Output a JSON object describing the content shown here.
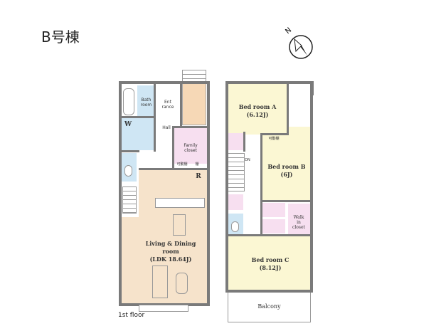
{
  "title": "B号棟",
  "compass": {
    "label": "N",
    "icon": "north-arrow-icon"
  },
  "first_floor": {
    "caption": "1st floor",
    "rooms": {
      "bath": "Bath\nroom",
      "entrance": "Ent\nrance",
      "washroom": "W",
      "hall": "Hall",
      "family_closet": "Family\ncloset",
      "movable_shelf": "可動棚",
      "shelf": "棚",
      "refrigerator": "R",
      "ldk": "Living & Dining\nroom\n(LDK 18.64J)"
    }
  },
  "second_floor": {
    "rooms": {
      "bed_a": "Bed room A\n(6.12J)",
      "bed_b": "Bed room B\n(6J)",
      "bed_c": "Bed room C\n(8.12J)",
      "walk_in": "Walk\nin\ncloset",
      "movable_shelf": "可動棚",
      "down": "DN",
      "balcony": "Balcony"
    }
  },
  "colors": {
    "wall": "#7a7a7a",
    "wet_area": "#cfe6f4",
    "closet": "#f7dff0",
    "ldk": "#f6e3cb",
    "bedroom": "#fbf7d3",
    "entrance": "#f6d8b6"
  }
}
